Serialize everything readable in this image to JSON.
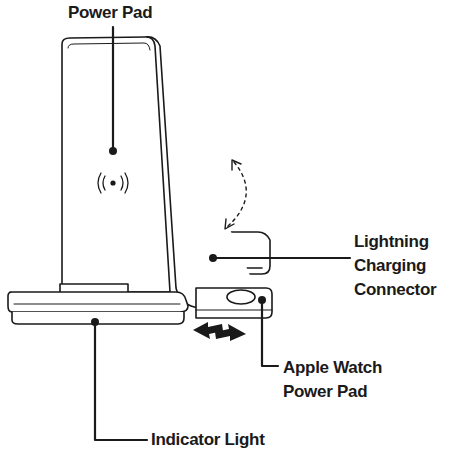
{
  "diagram": {
    "labels": [
      "Power Pad",
      "Lightning Charging Connector",
      "Apple Watch Power Pad",
      "Indicator Light"
    ]
  }
}
